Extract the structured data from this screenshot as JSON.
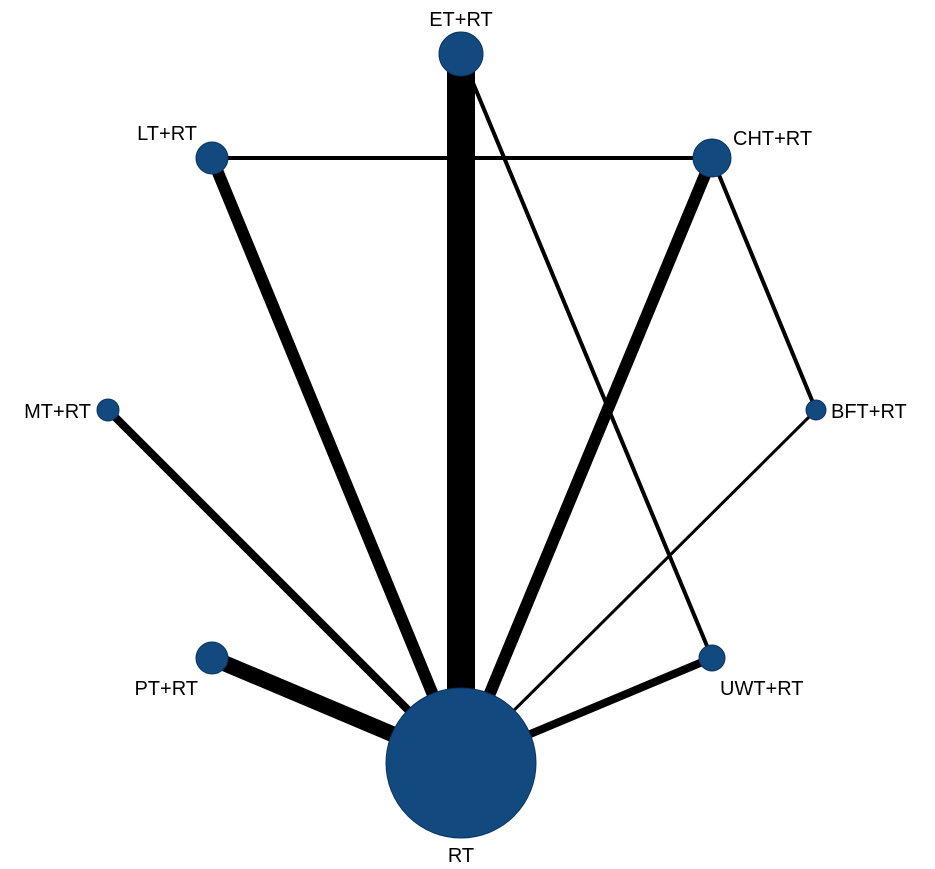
{
  "colors": {
    "node_fill": "#124a80",
    "edge": "#000000",
    "label": "#000000",
    "background": "#ffffff"
  },
  "diagram": {
    "type": "network",
    "nodes": [
      {
        "id": "ET+RT",
        "label": "ET+RT"
      },
      {
        "id": "LT+RT",
        "label": "LT+RT"
      },
      {
        "id": "CHT+RT",
        "label": "CHT+RT"
      },
      {
        "id": "MT+RT",
        "label": "MT+RT"
      },
      {
        "id": "BFT+RT",
        "label": "BFT+RT"
      },
      {
        "id": "PT+RT",
        "label": "PT+RT"
      },
      {
        "id": "UWT+RT",
        "label": "UWT+RT"
      },
      {
        "id": "RT",
        "label": "RT"
      }
    ],
    "edges": [
      {
        "source": "ET+RT",
        "target": "RT",
        "weight": 7
      },
      {
        "source": "ET+RT",
        "target": "UWT+RT",
        "weight": 1
      },
      {
        "source": "LT+RT",
        "target": "CHT+RT",
        "weight": 1
      },
      {
        "source": "LT+RT",
        "target": "RT",
        "weight": 3
      },
      {
        "source": "CHT+RT",
        "target": "RT",
        "weight": 3
      },
      {
        "source": "CHT+RT",
        "target": "BFT+RT",
        "weight": 1
      },
      {
        "source": "BFT+RT",
        "target": "RT",
        "weight": 0.5
      },
      {
        "source": "MT+RT",
        "target": "RT",
        "weight": 2
      },
      {
        "source": "PT+RT",
        "target": "RT",
        "weight": 4
      },
      {
        "source": "UWT+RT",
        "target": "RT",
        "weight": 2
      }
    ]
  }
}
